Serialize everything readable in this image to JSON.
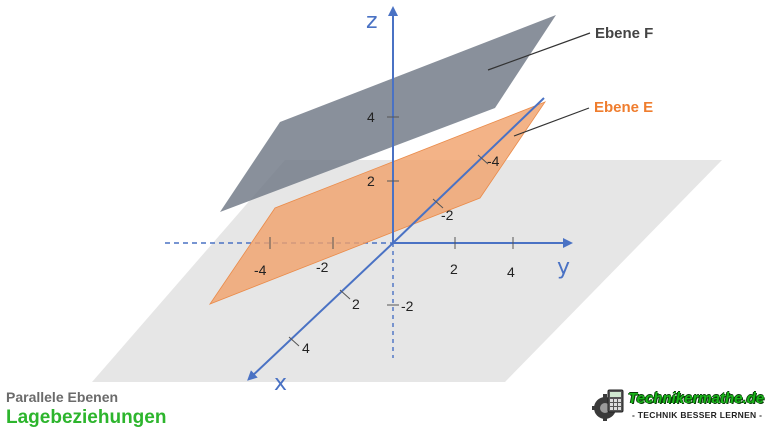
{
  "axes": {
    "x_label": "x",
    "y_label": "y",
    "z_label": "z"
  },
  "ticks": {
    "x": [
      "2",
      "4",
      "-2",
      "-4"
    ],
    "y": [
      "2",
      "4",
      "-2",
      "-4"
    ],
    "z": [
      "4",
      "2",
      "-2"
    ]
  },
  "planes": {
    "f_label": "Ebene F",
    "e_label": "Ebene E",
    "f_color": "#6f7785",
    "e_color": "#f0a26c",
    "base_color": "#e6e6e6"
  },
  "caption": {
    "subtitle": "Parallele Ebenen",
    "title": "Lagebeziehungen"
  },
  "logo": {
    "name": "Technikermathe.de",
    "tagline": "- TECHNIK BESSER LERNEN -",
    "icon": "calculator-gear-icon"
  },
  "colors": {
    "axis": "#4a72c4",
    "plane_e_text": "#ef7d2e",
    "plane_f_text": "#444444",
    "title_green": "#2db52d"
  }
}
